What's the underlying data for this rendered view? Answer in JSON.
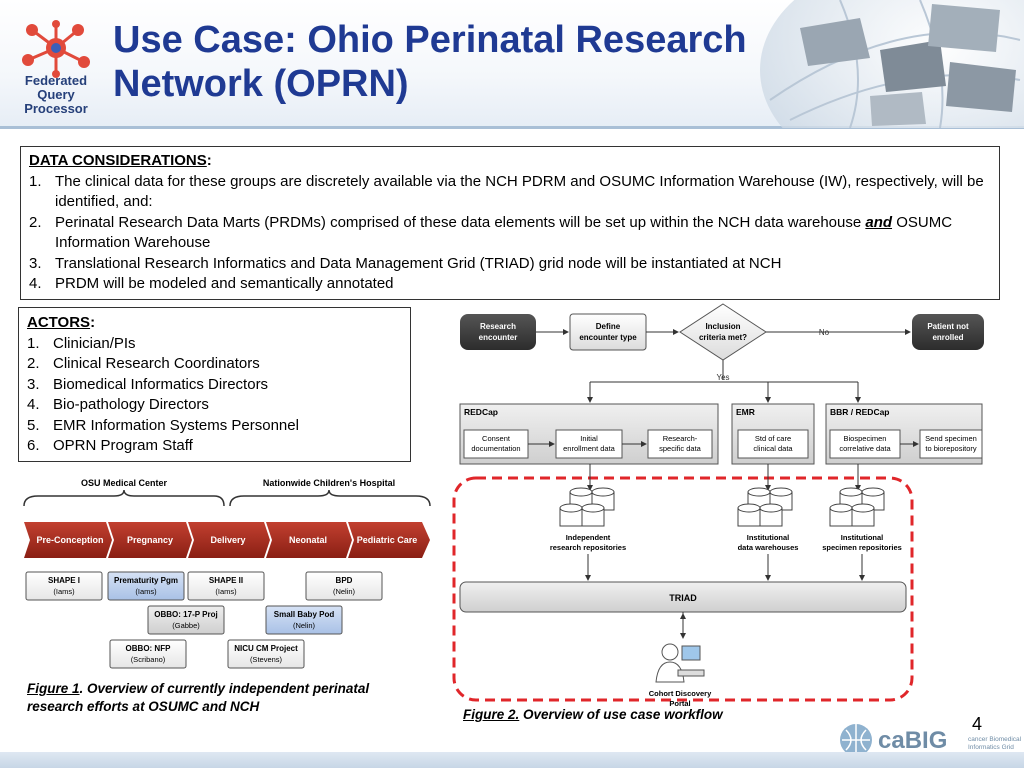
{
  "title": "Use Case: Ohio Perinatal Research Network (OPRN)",
  "logo": {
    "line1": "Federated",
    "line2": "Query Processor"
  },
  "data_considerations": {
    "heading": "DATA CONSIDERATIONS",
    "items": [
      {
        "n": "1.",
        "text": "The clinical data for these groups are discretely available via the NCH PDRM and OSUMC Information Warehouse (IW), respectively, will be identified, and:"
      },
      {
        "n": "2.",
        "pre": "Perinatal Research Data Marts (PRDMs) comprised of these data elements will be set up within the NCH data warehouse ",
        "em": "and",
        "post": " OSUMC Information Warehouse"
      },
      {
        "n": "3.",
        "text": "Translational Research Informatics and Data Management Grid (TRIAD) grid node will be instantiated at NCH"
      },
      {
        "n": "4.",
        "text": "PRDM will be modeled and semantically annotated"
      }
    ]
  },
  "actors": {
    "heading": "ACTORS",
    "items": [
      {
        "n": "1.",
        "text": "Clinician/PIs"
      },
      {
        "n": "2.",
        "text": "Clinical Research Coordinators"
      },
      {
        "n": "3.",
        "text": "Biomedical Informatics Directors"
      },
      {
        "n": "4.",
        "text": "Bio-pathology Directors"
      },
      {
        "n": "5.",
        "text": "EMR Information Systems Personnel"
      },
      {
        "n": "6.",
        "text": "OPRN Program Staff"
      }
    ]
  },
  "figure1": {
    "group_osu": "OSU Medical Center",
    "group_nch": "Nationwide Children's Hospital",
    "stages": [
      "Pre-Conception",
      "Pregnancy",
      "Delivery",
      "Neonatal",
      "Pediatric Care"
    ],
    "projects": [
      {
        "name": "SHAPE I",
        "pi": "(Iams)"
      },
      {
        "name": "Prematurity Pgm",
        "pi": "(Iams)"
      },
      {
        "name": "SHAPE II",
        "pi": "(Iams)"
      },
      {
        "name": "BPD",
        "pi": "(Nelin)"
      },
      {
        "name": "OBBO: 17-P Proj",
        "pi": "(Gabbe)"
      },
      {
        "name": "Small Baby Pod",
        "pi": "(Nelin)"
      },
      {
        "name": "OBBO: NFP",
        "pi": "(Scribano)"
      },
      {
        "name": "NICU CM Project",
        "pi": "(Stevens)"
      }
    ],
    "caption_label": "Figure 1",
    "caption_text": ". Overview of currently independent perinatal research efforts at OSUMC and NCH"
  },
  "figure2": {
    "research_encounter": [
      "Research",
      "encounter"
    ],
    "define_encounter": [
      "Define",
      "encounter type"
    ],
    "inclusion": [
      "Inclusion",
      "criteria met?"
    ],
    "no": "No",
    "yes": "Yes",
    "not_enrolled": [
      "Patient not",
      "enrolled"
    ],
    "redcap": "REDCap",
    "emr": "EMR",
    "bbr": "BBR / REDCap",
    "consent": [
      "Consent",
      "documentation"
    ],
    "initial": [
      "Initial",
      "enrollment data"
    ],
    "research_specific": [
      "Research-",
      "specific data"
    ],
    "std_care": [
      "Std of care",
      "clinical data"
    ],
    "biospecimen": [
      "Biospecimen",
      "correlative data"
    ],
    "send_specimen": [
      "Send specimen",
      "to biorepository"
    ],
    "repo_indep": [
      "Independent",
      "research repositories"
    ],
    "repo_inst": [
      "Institutional",
      "data warehouses"
    ],
    "repo_spec": [
      "Institutional",
      "specimen repositories"
    ],
    "triad": "TRIAD",
    "portal": [
      "Cohort Discovery",
      "Portal"
    ],
    "caption_label": "Figure 2.",
    "caption_text": " Overview of use case workflow"
  },
  "page_number": "4",
  "cabig": {
    "name": "caBIG",
    "tag1": "cancer Biomedical",
    "tag2": "Informatics Grid"
  }
}
